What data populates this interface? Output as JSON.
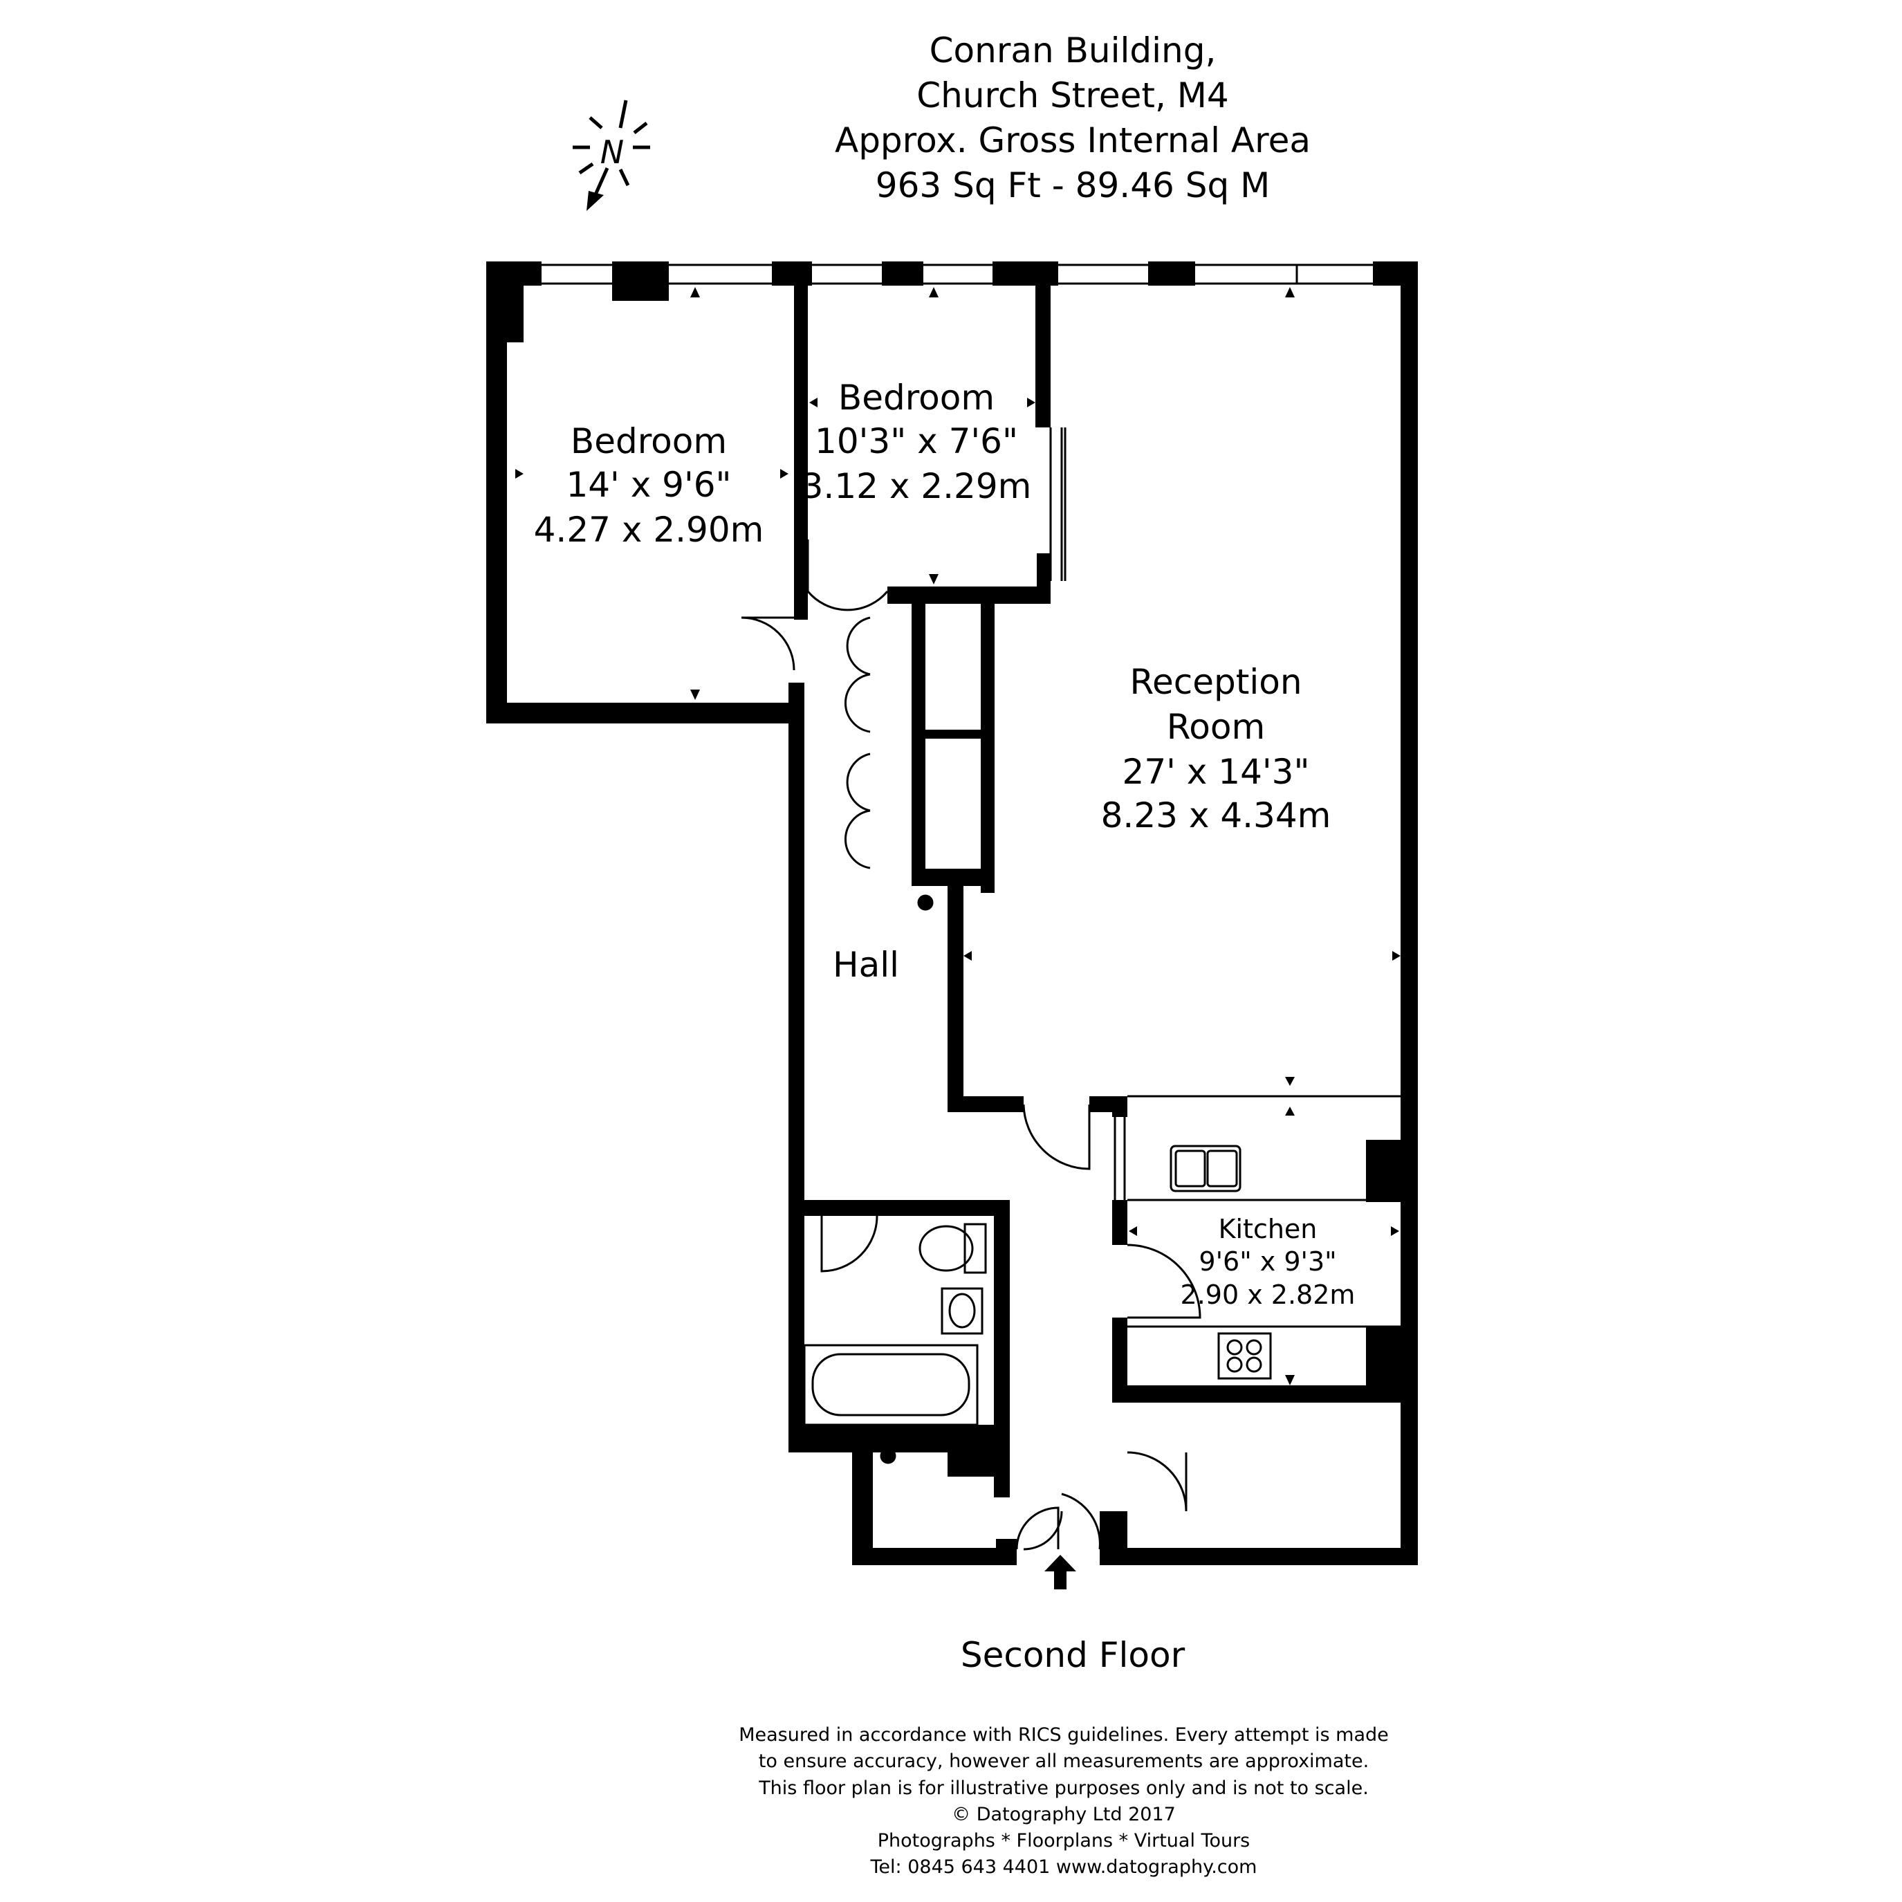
{
  "header": {
    "lines": [
      "Conran  Building,",
      "Church Street, M4",
      "Approx. Gross Internal Area",
      "963 Sq Ft  - 89.46  Sq M"
    ]
  },
  "compass": {
    "letter": "N",
    "icon": "north-arrow-icon"
  },
  "rooms": {
    "bedroom1": {
      "name": "Bedroom",
      "imperial": "14' x 9'6\"",
      "metric": "4.27 x 2.90m"
    },
    "bedroom2": {
      "name": "Bedroom",
      "imperial": "10'3\" x 7'6\"",
      "metric": "3.12 x 2.29m"
    },
    "reception": {
      "name_line1": "Reception",
      "name_line2": "Room",
      "imperial": "27' x 14'3\"",
      "metric": "8.23 x 4.34m"
    },
    "hall": {
      "name": "Hall"
    },
    "kitchen": {
      "name": "Kitchen",
      "imperial": "9'6\" x 9'3\"",
      "metric": "2.90 x 2.82m"
    }
  },
  "floor_label": "Second Floor",
  "disclaimer": [
    "Measured in accordance with RICS guidelines. Every attempt is made",
    "to ensure accuracy, however all measurements are approximate.",
    "This floor plan is for illustrative purposes only and is not to scale.",
    "© Datography Ltd 2017",
    "Photographs * Floorplans * Virtual Tours",
    "Tel: 0845 643 4401 www.datography.com"
  ],
  "colors": {
    "wall": "#000000",
    "background": "#ffffff"
  }
}
